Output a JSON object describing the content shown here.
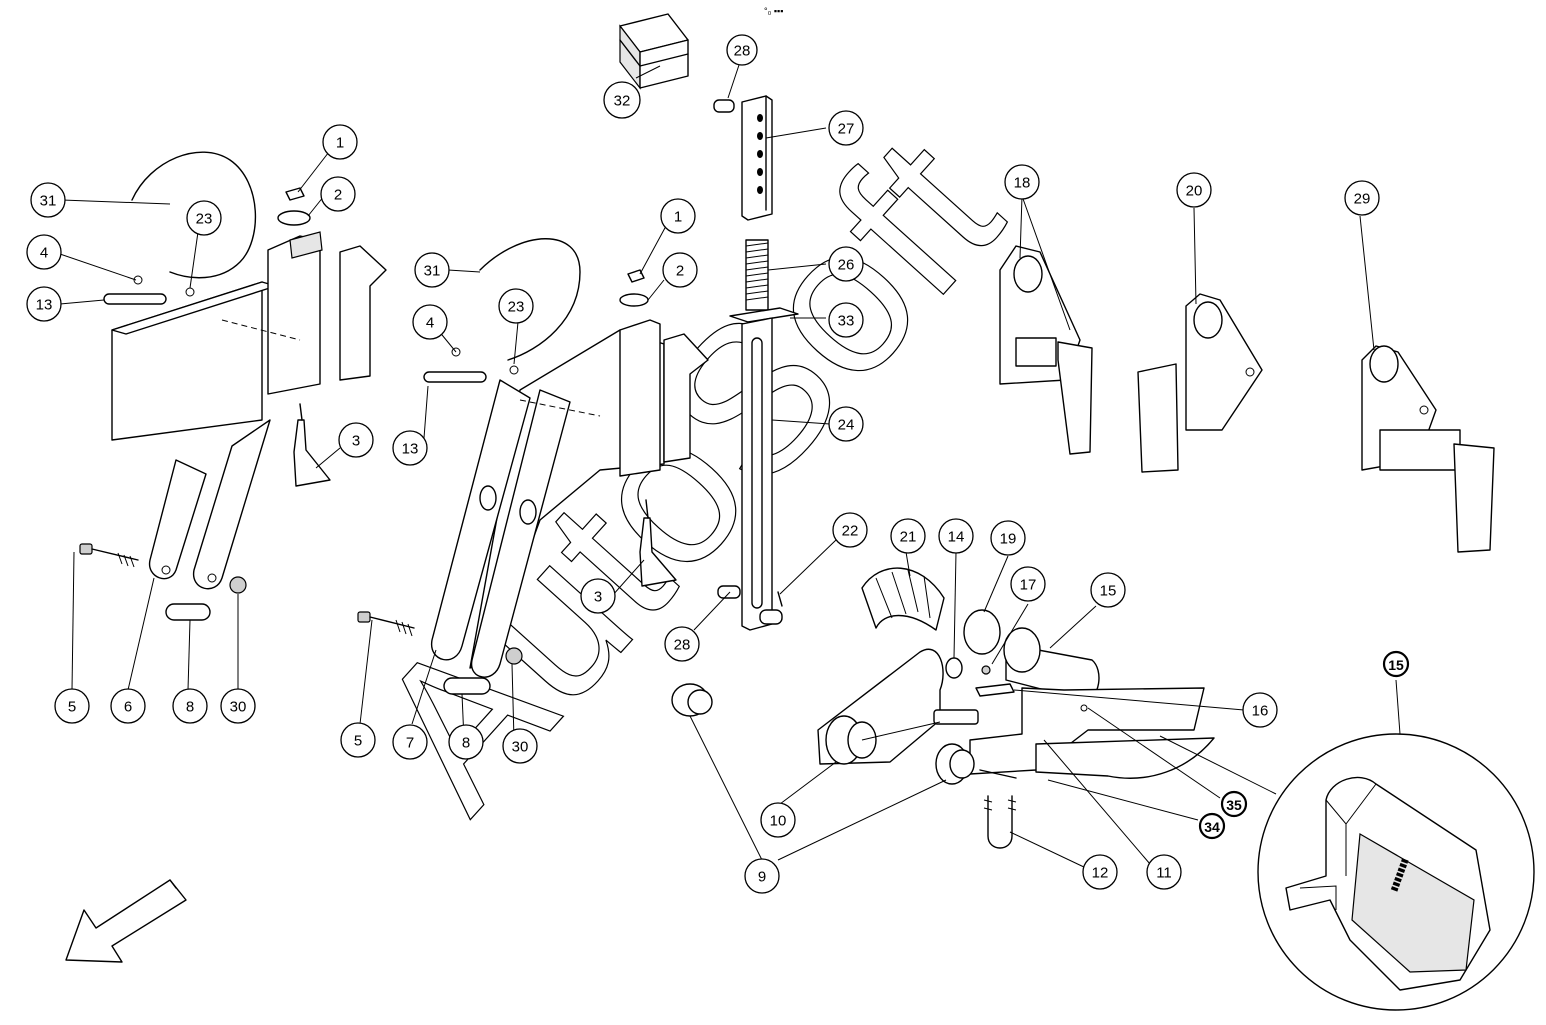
{
  "header_marks": "°₀ ▪▪▪",
  "watermark": "AutoSoft",
  "callouts": [
    {
      "id": "c32",
      "label": "32"
    },
    {
      "id": "c28a",
      "label": "28"
    },
    {
      "id": "c27",
      "label": "27"
    },
    {
      "id": "c1a",
      "label": "1"
    },
    {
      "id": "c2a",
      "label": "2"
    },
    {
      "id": "c31a",
      "label": "31"
    },
    {
      "id": "c23a",
      "label": "23"
    },
    {
      "id": "c4a",
      "label": "4"
    },
    {
      "id": "c13a",
      "label": "13"
    },
    {
      "id": "c3a",
      "label": "3"
    },
    {
      "id": "c5a",
      "label": "5"
    },
    {
      "id": "c6",
      "label": "6"
    },
    {
      "id": "c8a",
      "label": "8"
    },
    {
      "id": "c30a",
      "label": "30"
    },
    {
      "id": "c1b",
      "label": "1"
    },
    {
      "id": "c2b",
      "label": "2"
    },
    {
      "id": "c26",
      "label": "26"
    },
    {
      "id": "c33",
      "label": "33"
    },
    {
      "id": "c31b",
      "label": "31"
    },
    {
      "id": "c23b",
      "label": "23"
    },
    {
      "id": "c4b",
      "label": "4"
    },
    {
      "id": "c13b",
      "label": "13"
    },
    {
      "id": "c24",
      "label": "24"
    },
    {
      "id": "c22",
      "label": "22"
    },
    {
      "id": "c3b",
      "label": "3"
    },
    {
      "id": "c28b",
      "label": "28"
    },
    {
      "id": "c5b",
      "label": "5"
    },
    {
      "id": "c7",
      "label": "7"
    },
    {
      "id": "c8b",
      "label": "8"
    },
    {
      "id": "c30b",
      "label": "30"
    },
    {
      "id": "c18",
      "label": "18"
    },
    {
      "id": "c20",
      "label": "20"
    },
    {
      "id": "c29",
      "label": "29"
    },
    {
      "id": "c21",
      "label": "21"
    },
    {
      "id": "c14",
      "label": "14"
    },
    {
      "id": "c19",
      "label": "19"
    },
    {
      "id": "c17",
      "label": "17"
    },
    {
      "id": "c15",
      "label": "15"
    },
    {
      "id": "c16",
      "label": "16"
    },
    {
      "id": "c10",
      "label": "10"
    },
    {
      "id": "c9",
      "label": "9"
    },
    {
      "id": "c11",
      "label": "11"
    },
    {
      "id": "c12",
      "label": "12"
    },
    {
      "id": "c35",
      "label": "35"
    },
    {
      "id": "c34",
      "label": "34"
    },
    {
      "id": "c15d",
      "label": "15"
    }
  ],
  "detail_marks": "▮▮▮▮▮▮▮"
}
